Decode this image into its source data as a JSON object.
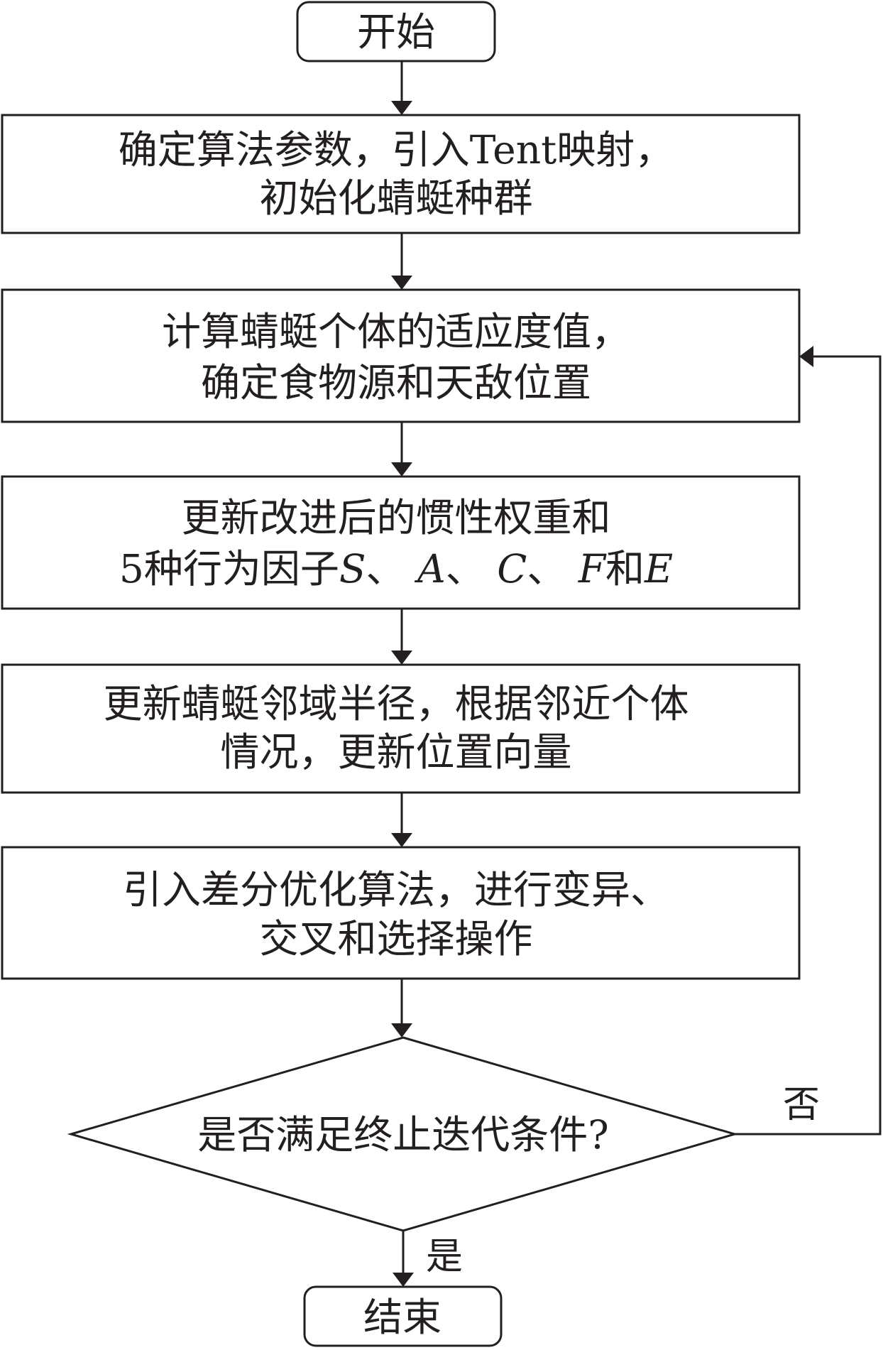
{
  "nodes": {
    "start": "开始",
    "init": [
      "确定算法参数，引入Tent映射，",
      "初始化蜻蜓种群"
    ],
    "fitness": [
      "计算蜻蜓个体的适应度值，",
      "确定食物源和天敌位置"
    ],
    "update_weights": {
      "line1": "更新改进后的惯性权重和",
      "line2_prefix": "5种行为因子",
      "factor_s": "S",
      "sep1": "、 ",
      "factor_a": "A",
      "sep2": "、 ",
      "factor_c": "C",
      "sep3": "、 ",
      "factor_f": "F",
      "and": "和",
      "factor_e": "E"
    },
    "update_position": [
      "更新蜻蜓邻域半径，根据邻近个体",
      "情况，更新位置向量"
    ],
    "differential": [
      "引入差分优化算法，进行变异、",
      "交叉和选择操作"
    ],
    "decision": "是否满足终止迭代条件?",
    "end": "结束"
  },
  "edge_labels": {
    "no": "否",
    "yes": "是"
  },
  "colors": {
    "stroke": "#231f20",
    "background": "#ffffff"
  }
}
